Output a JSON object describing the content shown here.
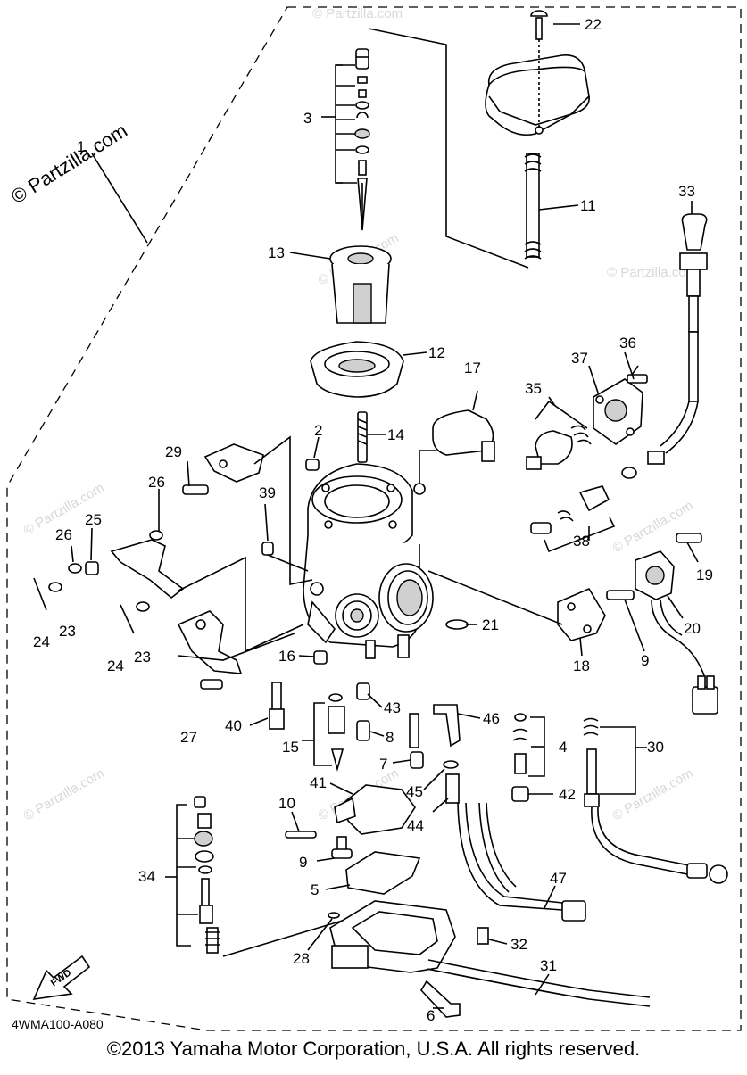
{
  "watermark": "© Partzilla.com",
  "part_code": "4WMA100-A080",
  "copyright": "©2013 Yamaha Motor Corporation, U.S.A. All rights reserved.",
  "fwd_label": "FWD",
  "callouts": [
    "1",
    "2",
    "3",
    "4",
    "5",
    "6",
    "7",
    "8",
    "9",
    "9",
    "10",
    "11",
    "12",
    "13",
    "14",
    "15",
    "16",
    "17",
    "18",
    "19",
    "20",
    "21",
    "22",
    "23",
    "23",
    "24",
    "24",
    "25",
    "26",
    "26",
    "27",
    "28",
    "29",
    "30",
    "31",
    "32",
    "33",
    "34",
    "35",
    "36",
    "37",
    "38",
    "39",
    "40",
    "41",
    "42",
    "43",
    "44",
    "45",
    "46",
    "47"
  ]
}
